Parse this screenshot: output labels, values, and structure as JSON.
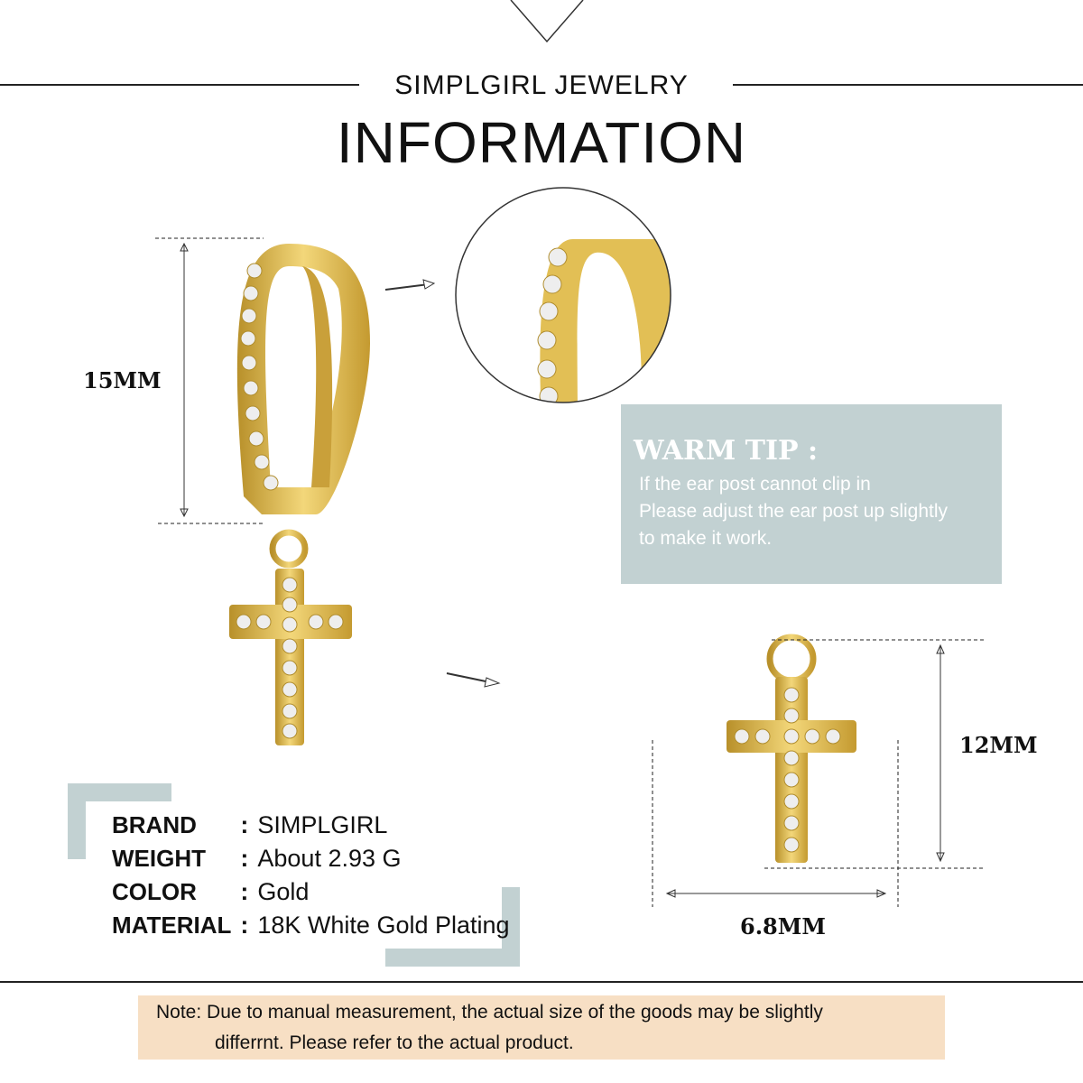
{
  "header": {
    "brand": "SIMPLGIRL JEWELRY",
    "title": "INFORMATION"
  },
  "dimensions": {
    "hoop_height": "15MM",
    "cross_height": "12MM",
    "cross_width": "6.8MM"
  },
  "warm_tip": {
    "title": "WARM TIP :",
    "lines": [
      "If the ear post cannot clip in",
      "Please adjust the ear post up slightly",
      "to make it work."
    ]
  },
  "specs": [
    {
      "label": "BRAND",
      "value": "SIMPLGIRL"
    },
    {
      "label": "WEIGHT",
      "value": "About 2.93 G"
    },
    {
      "label": "COLOR",
      "value": "Gold"
    },
    {
      "label": "MATERIAL",
      "value": "18K White Gold Plating"
    }
  ],
  "note": {
    "line1": "Note: Due to manual measurement, the actual size of the goods may be slightly",
    "line2": "differrnt. Please refer to the actual product."
  },
  "colors": {
    "accent": "#c2d1d2",
    "gold": "#d8b43c",
    "note_bg": "#f7dfc4"
  }
}
